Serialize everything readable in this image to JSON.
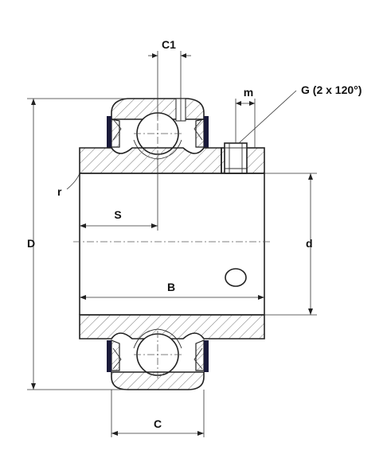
{
  "labels": {
    "C1": "C1",
    "m": "m",
    "G": "G (2 x 120°)",
    "r": "r",
    "S": "S",
    "D": "D",
    "d": "d",
    "B": "B",
    "C": "C"
  },
  "colors": {
    "line": "#222222",
    "hatch": "#777777",
    "seal": "#1a1a3a",
    "background": "#ffffff"
  }
}
